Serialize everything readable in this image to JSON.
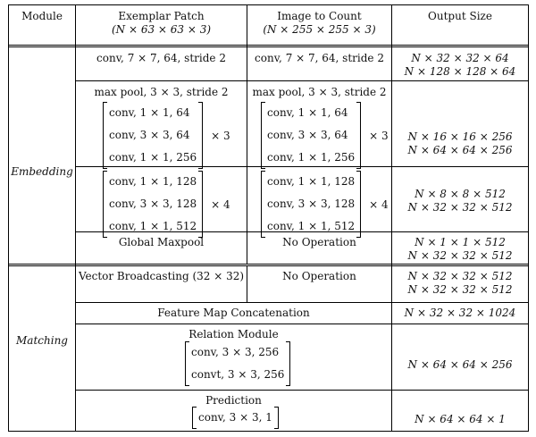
{
  "header": {
    "module": "Module",
    "exemplar_title": "Exemplar Patch",
    "exemplar_dim": "(N × 63 × 63 × 3)",
    "image_title": "Image to Count",
    "image_dim": "(N × 255 × 255 × 3)",
    "output": "Output Size"
  },
  "modules": {
    "embedding": "Embedding",
    "matching": "Matching"
  },
  "embedding": {
    "conv1": {
      "exemplar": "conv, 7 × 7, 64, stride 2",
      "image": "conv, 7 × 7, 64, stride 2",
      "out1": "N × 32 × 32 × 64",
      "out2": "N × 128 × 128 × 64"
    },
    "block1": {
      "pool_exemplar": "max pool, 3 × 3, stride 2",
      "pool_image": "max pool, 3 × 3, stride 2",
      "layers": [
        "conv, 1 × 1, 64",
        "conv, 3 × 3, 64",
        "conv, 1 × 1, 256"
      ],
      "repeat": "× 3",
      "out1": "N × 16 × 16 × 256",
      "out2": "N × 64 × 64 × 256"
    },
    "block2": {
      "layers": [
        "conv, 1 × 1, 128",
        "conv, 3 × 3, 128",
        "conv, 1 × 1, 512"
      ],
      "repeat": "× 4",
      "out1": "N × 8 × 8 × 512",
      "out2": "N × 32 × 32 × 512"
    },
    "pool": {
      "exemplar": "Global Maxpool",
      "image": "No Operation",
      "out1": "N × 1 × 1 × 512",
      "out2": "N × 32 × 32 × 512"
    }
  },
  "matching": {
    "broadcast": {
      "exemplar": "Vector Broadcasting (32 × 32)",
      "image": "No Operation",
      "out1": "N × 32 × 32 × 512",
      "out2": "N × 32 × 32 × 512"
    },
    "concat": {
      "label": "Feature Map Concatenation",
      "out": "N × 32 × 32 × 1024"
    },
    "relation": {
      "title": "Relation Module",
      "layers": [
        "conv, 3 × 3, 256",
        "convt, 3 × 3, 256"
      ],
      "out": "N × 64 × 64 × 256"
    },
    "prediction": {
      "title": "Prediction",
      "layers": [
        "conv, 3 × 3, 1"
      ],
      "out": "N × 64 × 64 × 1"
    }
  }
}
